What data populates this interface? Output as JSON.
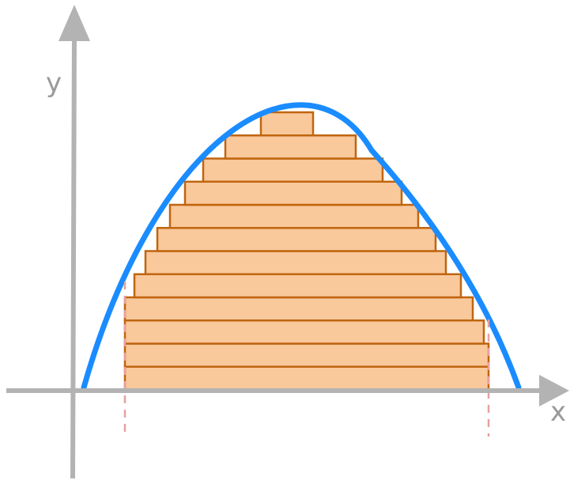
{
  "axes": {
    "x_label": "x",
    "y_label": "y"
  },
  "colors": {
    "axis": "#b3b3b3",
    "curve": "#1a8cff",
    "strip_fill": "#f9c89b",
    "strip_stroke": "#c0650f",
    "guide": "#e8a0a0"
  },
  "strips": {
    "count": 12
  }
}
